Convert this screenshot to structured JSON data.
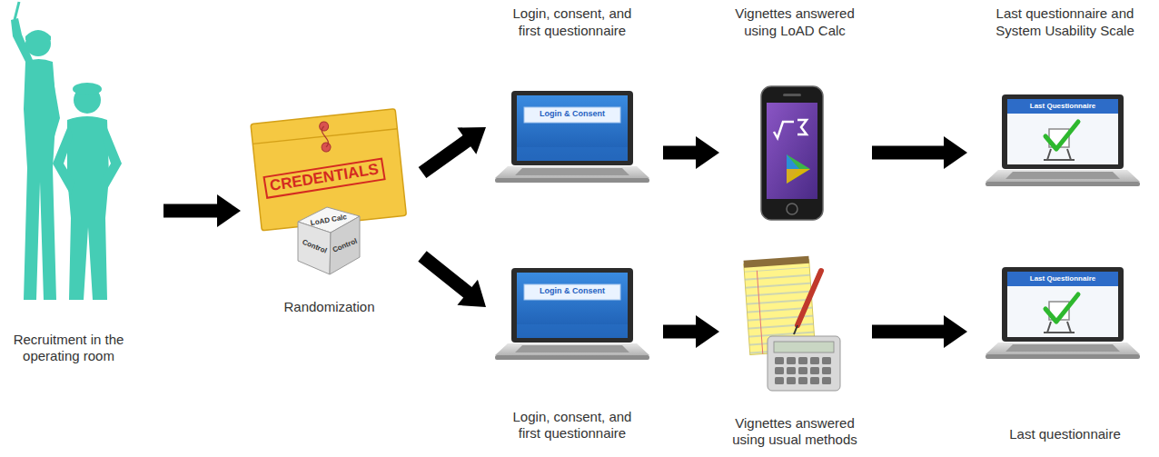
{
  "diagram": {
    "nodes": [
      {
        "text": [
          "Recruitment in the operating room"
        ]
      },
      {
        "text": [
          "Randomization"
        ]
      },
      {
        "text": [
          "Login, consent, and first questionnaire"
        ]
      },
      {
        "text": [
          "Vignettes answered using LoAD Calc"
        ]
      },
      {
        "text": [
          "Last questionnaire and System Usability Scale"
        ]
      },
      {
        "text": [
          "Login, consent, and first questionnaire"
        ]
      },
      {
        "text": [
          "Vignettes answered using usual methods"
        ]
      },
      {
        "text": [
          "Last questionnaire"
        ]
      }
    ],
    "edges": [
      {
        "from": 0,
        "to": 1,
        "arrow": "to"
      },
      {
        "from": 1,
        "to": 2,
        "arrow": "to"
      },
      {
        "from": 1,
        "to": 5,
        "arrow": "to"
      },
      {
        "from": 2,
        "to": 3,
        "arrow": "to"
      },
      {
        "from": 3,
        "to": 4,
        "arrow": "to"
      },
      {
        "from": 5,
        "to": 6,
        "arrow": "to"
      },
      {
        "from": 6,
        "to": 7,
        "arrow": "to"
      }
    ],
    "labels": [
      "CREDENTIALS",
      "LoAD Calc",
      "Control",
      "Control",
      "Login & Consent",
      "Last Questionnaire",
      "Login & Consent",
      "Last Questionnaire"
    ]
  }
}
